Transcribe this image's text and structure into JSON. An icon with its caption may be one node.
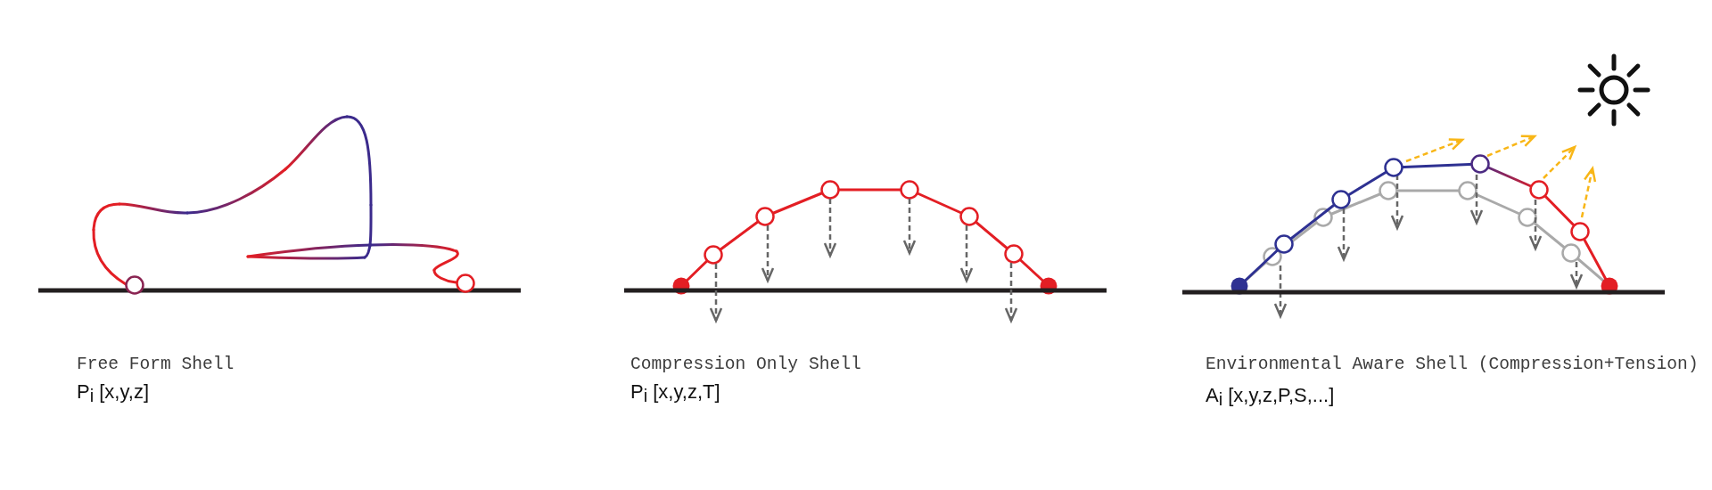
{
  "diagram": {
    "labels": [
      "Free Form Shell",
      "P$_{i}$ [x,y,z]",
      "Compression Only Shell",
      "P$_{i}$ [x,y,z,T]",
      "Environmental Aware Shell (Compression+Tension)",
      "A$_{i}$ [x,y,z,P,S,...]"
    ]
  }
}
